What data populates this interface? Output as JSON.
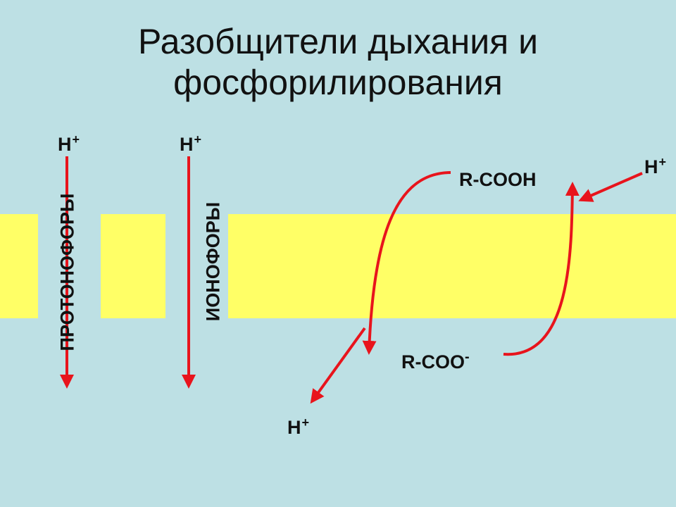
{
  "title": {
    "line1": "Разобщители дыхания и",
    "line2": "фосфорилирования"
  },
  "labels": {
    "h_plus": "H",
    "plus": "+",
    "protonophores": "ПРОТОНОФОРЫ",
    "ionophores": "ИОНОФОРЫ",
    "rcooh": "R-COOH",
    "rcoo": "R-COO",
    "minus": "-"
  },
  "colors": {
    "background": "#bde0e4",
    "membrane": "#ffff66",
    "arrow": "#e8141c"
  }
}
